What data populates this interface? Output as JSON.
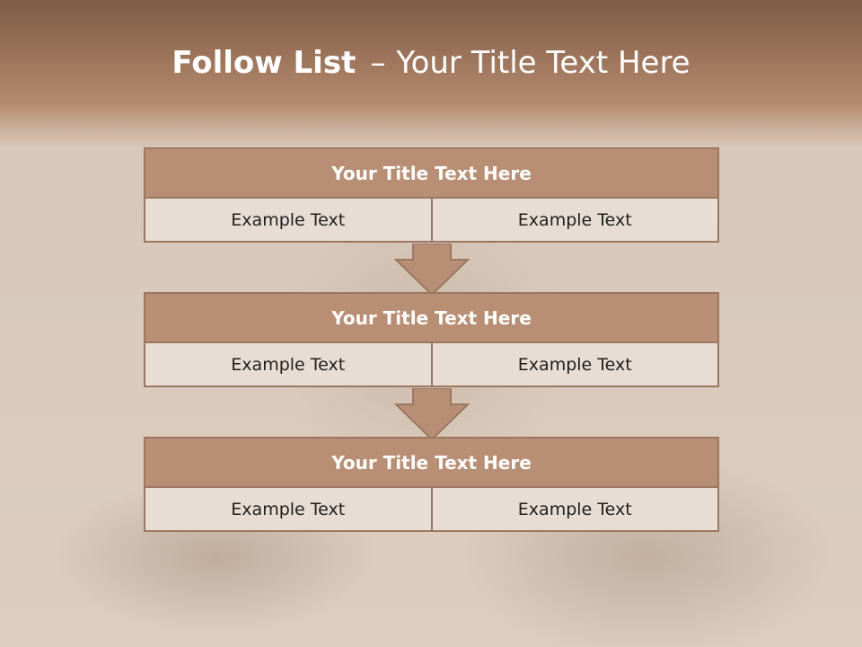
{
  "slide": {
    "title_bold": "Follow List",
    "title_separator": "–",
    "title_rest": "Your Title Text Here"
  },
  "blocks": [
    {
      "title": "Your Title Text Here",
      "cells": [
        "Example Text",
        "Example Text"
      ]
    },
    {
      "title": "Your Title Text Here",
      "cells": [
        "Example Text",
        "Example Text"
      ]
    },
    {
      "title": "Your Title Text Here",
      "cells": [
        "Example Text",
        "Example Text"
      ]
    }
  ],
  "colors": {
    "header": "#8a654f",
    "title_box": "#b88f74",
    "cell_fill": "#e7ddd5",
    "border": "#9b7761"
  }
}
